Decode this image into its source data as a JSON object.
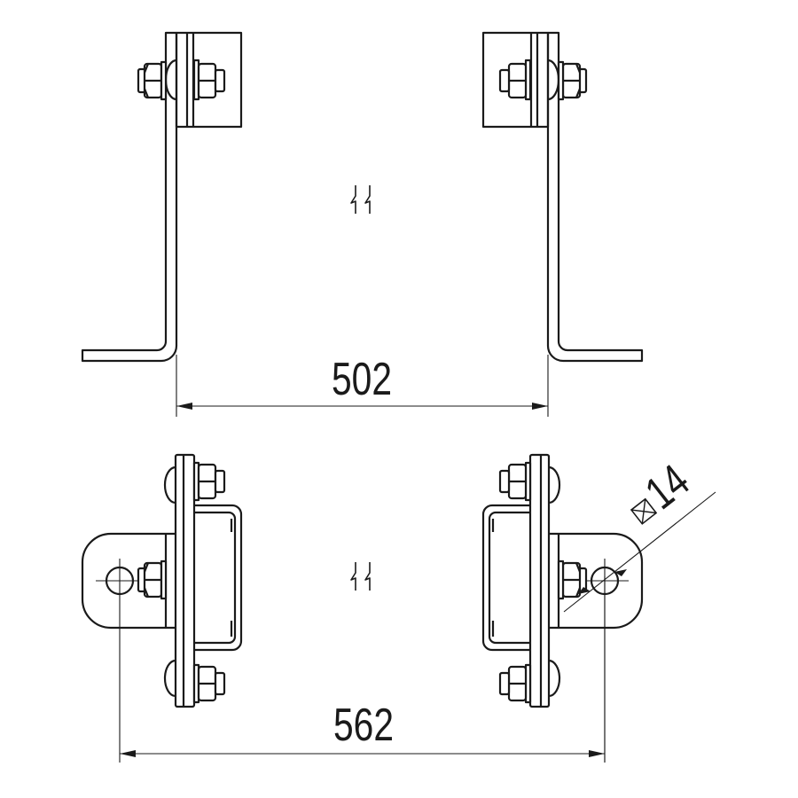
{
  "drawing": {
    "dimension_top": "502",
    "dimension_bottom": "562",
    "hole_label": "14",
    "hole_symbol": "square-crossed-icon",
    "line_color": "#1a1a1a",
    "background": "#ffffff"
  }
}
